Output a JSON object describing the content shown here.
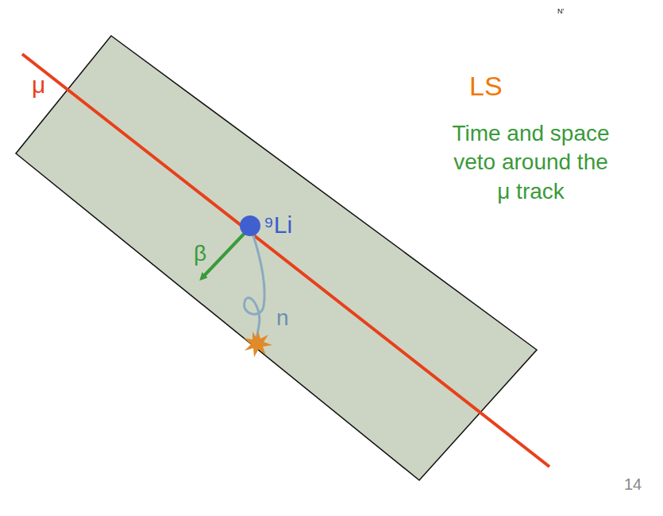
{
  "diagram": {
    "nodes": [
      {
        "text": [
          "LS"
        ]
      }
    ],
    "labels": [
      "μ",
      "⁹Li",
      "β",
      "n",
      "Time and space veto around the μ track",
      "14",
      "N'"
    ]
  }
}
